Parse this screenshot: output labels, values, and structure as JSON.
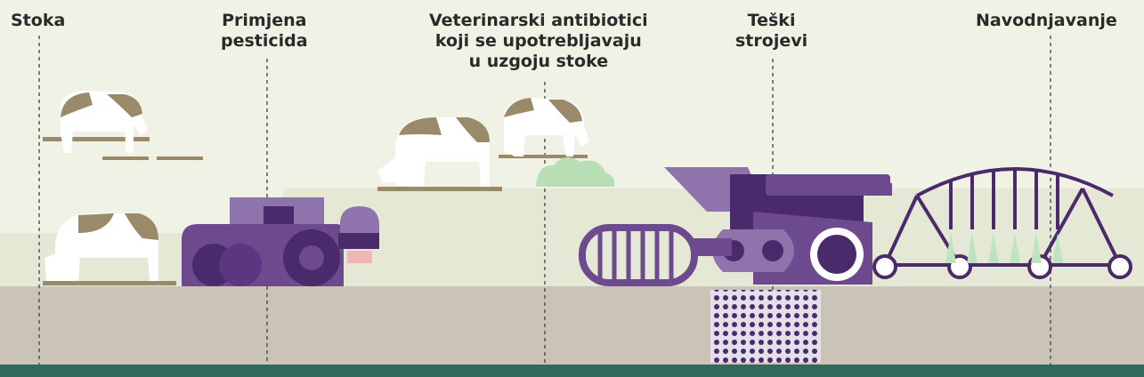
{
  "labels": {
    "stoka": [
      "Stoka"
    ],
    "pesticidi": [
      "Primjena",
      "pesticida"
    ],
    "antibiotici": [
      "Veterinarski antibiotici",
      "koji se upotrebljavaju",
      "u uzgoju stoke"
    ],
    "strojevi": [
      "Teški",
      "strojevi"
    ],
    "navodnjavanje": [
      "Navodnjavanje"
    ]
  },
  "colors": {
    "sky": "#f1f2e6",
    "field": "#e7e9d8",
    "field_far": "#dfe2cf",
    "ground": "#c9c3b8",
    "ground_band": "#2f6a5b",
    "machine_dark": "#4b2a6b",
    "machine_mid": "#6d4a8e",
    "machine_light": "#8f73ad",
    "cow_white": "#ffffff",
    "cow_spot": "#9b8a6a",
    "spray": "#bfe3c0",
    "bush": "#b8dfb6",
    "dashed_line": "#555555"
  }
}
